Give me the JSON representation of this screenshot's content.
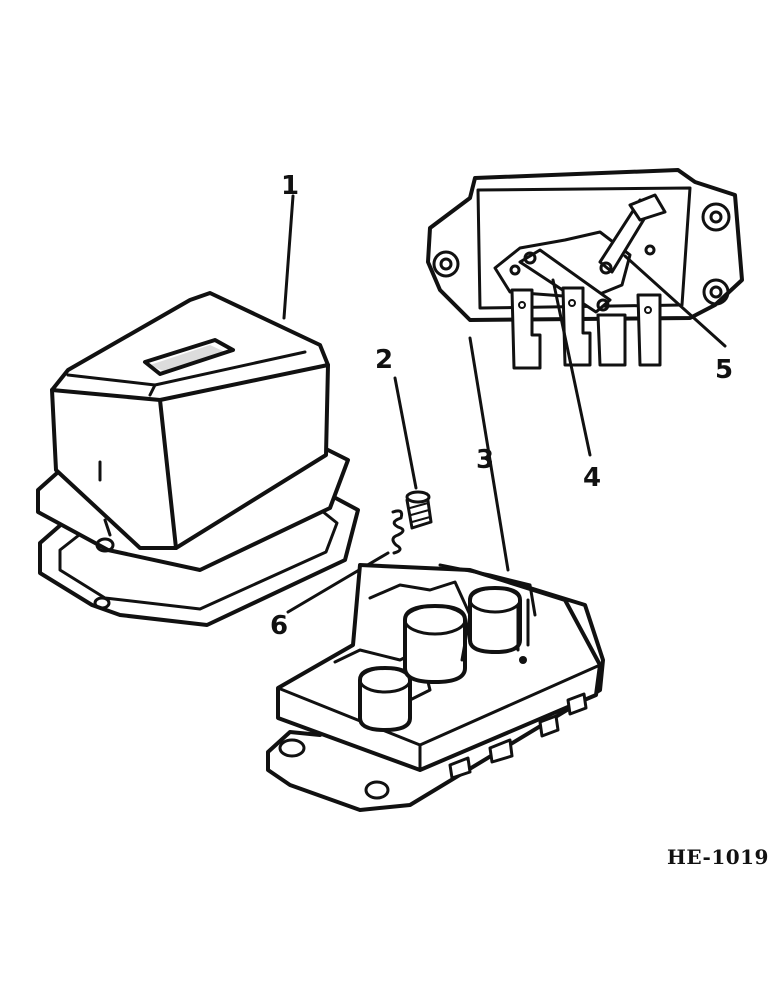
{
  "callouts": [
    {
      "id": "1",
      "label": "1"
    },
    {
      "id": "2",
      "label": "2"
    },
    {
      "id": "3",
      "label": "3"
    },
    {
      "id": "4",
      "label": "4"
    },
    {
      "id": "5",
      "label": "5"
    },
    {
      "id": "6",
      "label": "6"
    }
  ],
  "drawing_code": "HE-1019",
  "colors": {
    "ink": "#111111",
    "paper": "#ffffff"
  }
}
